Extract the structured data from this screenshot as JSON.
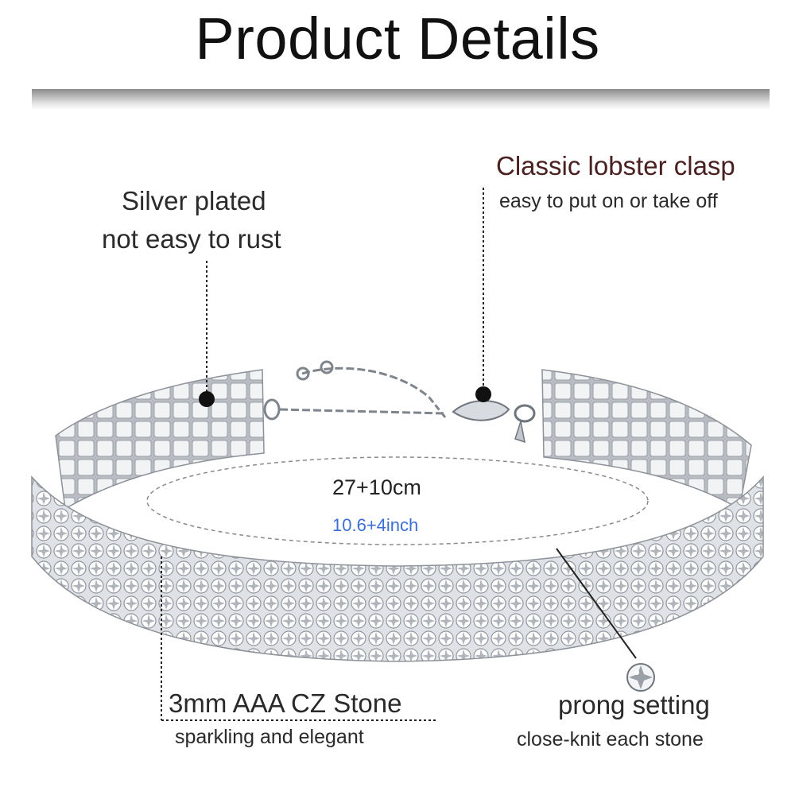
{
  "title": "Product Details",
  "callouts": {
    "material": {
      "title": "Silver plated",
      "subtitle": "not easy to rust"
    },
    "clasp": {
      "title": "Classic lobster clasp",
      "subtitle": "easy to put on or take off"
    },
    "stone": {
      "title": "3mm AAA CZ Stone",
      "subtitle": "sparkling and elegant"
    },
    "setting": {
      "title": "prong setting",
      "subtitle": "close-knit each stone"
    }
  },
  "measurement": {
    "metric": "27+10cm",
    "imperial": "10.6+4inch"
  },
  "colors": {
    "title_bar": "#9a9a9a",
    "clasp_title": "#4a2020",
    "imperial_text": "#3b6fd6",
    "silver": "#c8ccd2",
    "dot": "#111111"
  },
  "icons": {
    "product": "rhinestone-choker-necklace",
    "stone_closeup": "cz-stone-icon",
    "chain": "extension-chain",
    "clasp": "lobster-clasp-icon"
  }
}
